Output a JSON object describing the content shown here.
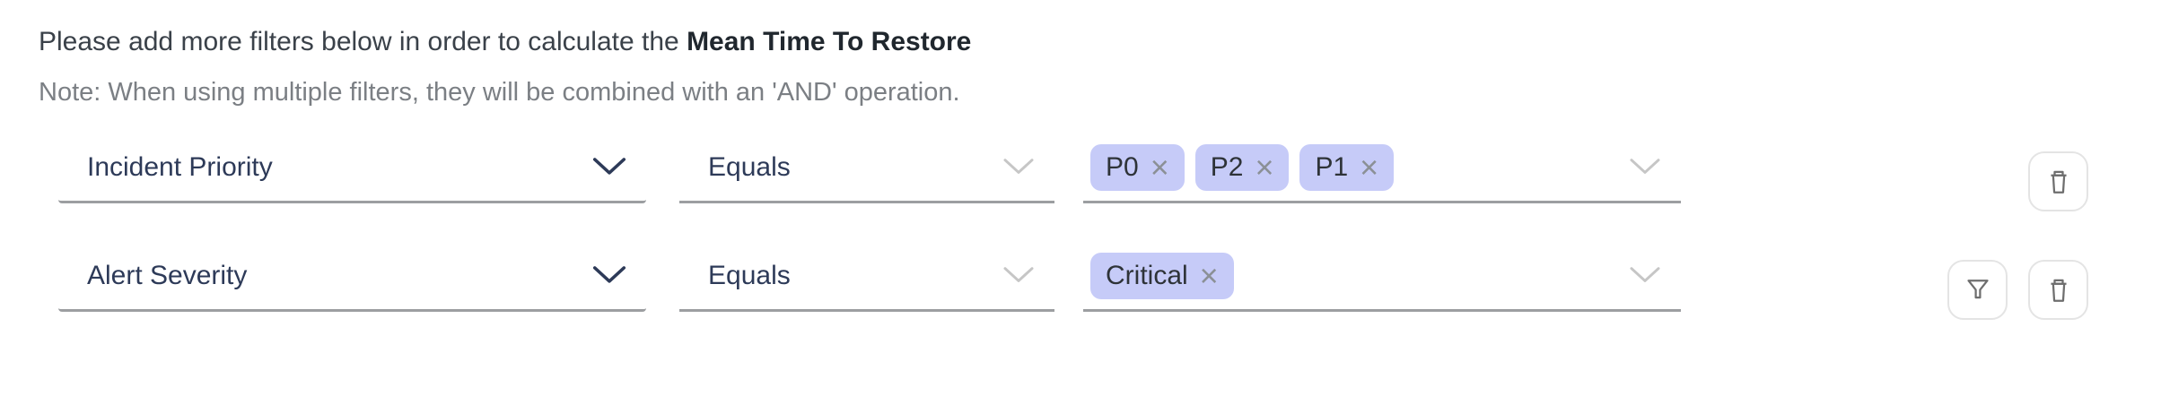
{
  "header": {
    "instruction_prefix": "Please add more filters below in order to calculate the ",
    "instruction_metric": "Mean Time To Restore",
    "note": "Note: When using multiple filters, they will be combined with an 'AND' operation."
  },
  "icons": {
    "chevron_down": "chevron-down",
    "remove_tag": "×",
    "delete": "trash-outline",
    "filter": "funnel-outline"
  },
  "colors": {
    "label_text": "#2d3a58",
    "tag_background": "#c6cbf8",
    "tag_text": "#2e3338",
    "underline": "#9c9ea1",
    "note_text": "#7b7f84",
    "button_border": "#e4e4e4",
    "button_icon": "#6e6e6e"
  },
  "filters": [
    {
      "attribute": "Incident Priority",
      "operator": "Equals",
      "values": [
        "P0",
        "P2",
        "P1"
      ],
      "actions": [
        "delete"
      ]
    },
    {
      "attribute": "Alert Severity",
      "operator": "Equals",
      "values": [
        "Critical"
      ],
      "actions": [
        "filter",
        "delete"
      ]
    }
  ]
}
